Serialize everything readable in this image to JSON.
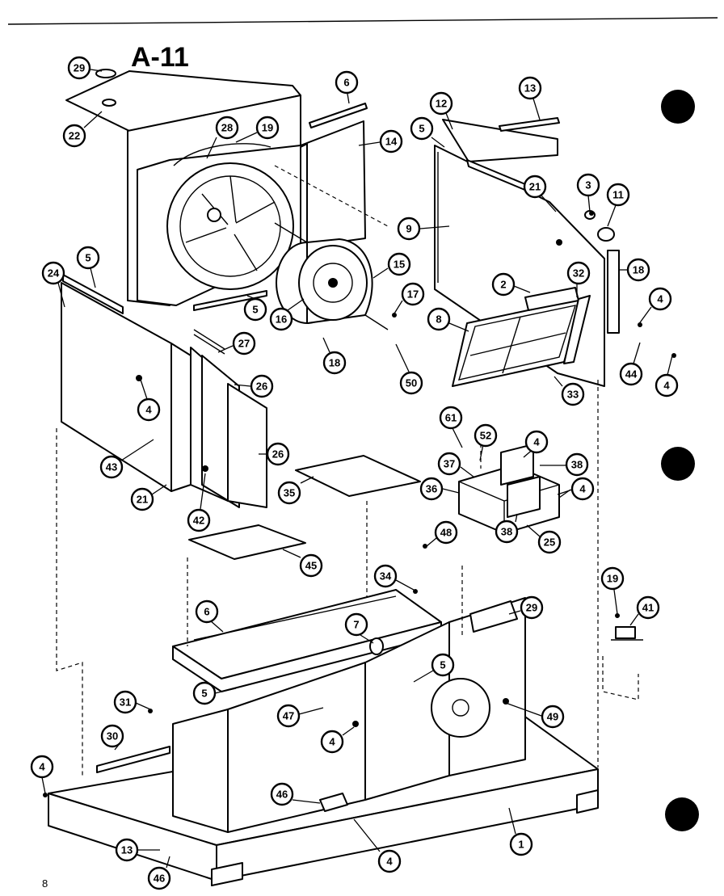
{
  "header": {
    "title": "A-11"
  },
  "footer": {
    "page_number": "8"
  },
  "callouts": [
    "29",
    "22",
    "6",
    "28",
    "19",
    "14",
    "12",
    "13",
    "5",
    "3",
    "21",
    "11",
    "9",
    "24",
    "5",
    "15",
    "17",
    "18",
    "16",
    "2",
    "32",
    "8",
    "4",
    "18",
    "5",
    "27",
    "50",
    "44",
    "4",
    "4",
    "33",
    "26",
    "4",
    "43",
    "26",
    "61",
    "52",
    "4",
    "38",
    "37",
    "35",
    "36",
    "4",
    "21",
    "42",
    "38",
    "25",
    "45",
    "48",
    "34",
    "19",
    "6",
    "41",
    "7",
    "29",
    "5",
    "5",
    "31",
    "47",
    "49",
    "30",
    "4",
    "4",
    "46",
    "1",
    "4",
    "13",
    "46"
  ]
}
